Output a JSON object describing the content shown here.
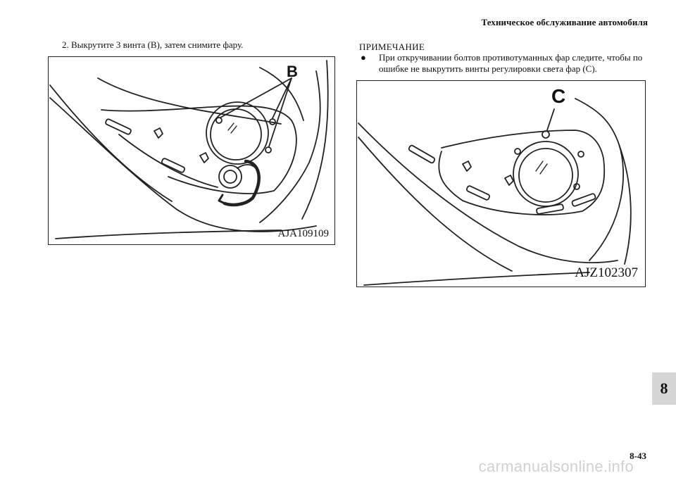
{
  "header": {
    "title": "Техническое обслуживание автомобиля"
  },
  "step": {
    "text": "2. Выкрутите 3 винта (B), затем снимите фару."
  },
  "figure1": {
    "label": "B",
    "code": "AJA109109"
  },
  "note": {
    "title": "ПРИМЕЧАНИЕ",
    "bullet": "●",
    "text": "При откручивании болтов противотуманных фар следите, чтобы по ошибке не выкрутить винты регулировки света фар (C)."
  },
  "figure2": {
    "label": "C",
    "code": "AJZ102307"
  },
  "section_tab": {
    "number": "8"
  },
  "page": {
    "number": "8-43"
  },
  "watermark": {
    "text": "carmanualsonline.info"
  }
}
